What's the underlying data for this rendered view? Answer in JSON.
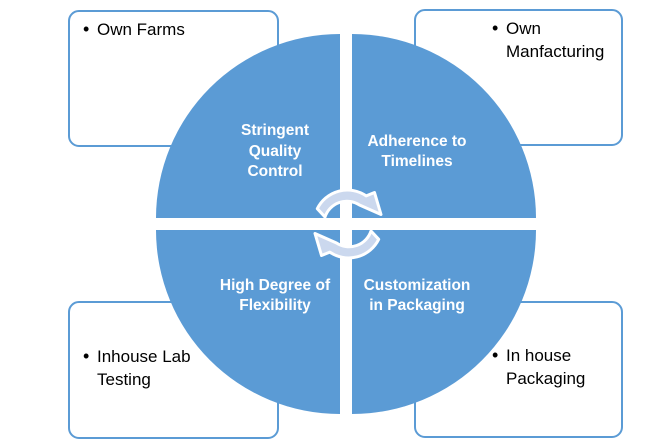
{
  "colors": {
    "quadrant_fill": "#5B9BD5",
    "box_border": "#5B9BD5",
    "quadrant_text": "#FFFFFF",
    "box_text": "#000000",
    "icon_fill": "#CBD8EE",
    "icon_outline": "#FFFFFF"
  },
  "bullet": "•",
  "boxes": {
    "top_left": {
      "text": "Own Farms"
    },
    "top_right": {
      "text": "Own\nManfacturing"
    },
    "bottom_left": {
      "text": "Inhouse Lab\nTesting"
    },
    "bottom_right": {
      "text": "In house\nPackaging"
    }
  },
  "quadrants": {
    "top_left": "Stringent\nQuality\nControl",
    "top_right": "Adherence to\nTimelines",
    "bottom_left": "High Degree of\nFlexibility",
    "bottom_right": "Customization\nin Packaging"
  },
  "icon": {
    "name": "cycle-arrows"
  }
}
